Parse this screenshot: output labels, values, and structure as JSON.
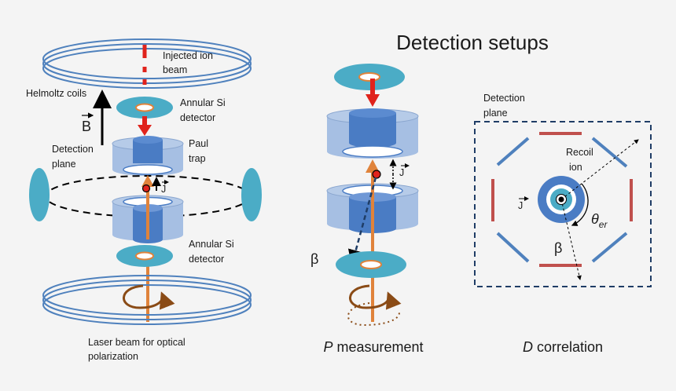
{
  "title": "Detection setups",
  "left_panel": {
    "injected_ion_beam": [
      "Injected ion",
      "beam"
    ],
    "helmoltz_coils": "Helmoltz coils",
    "b_field": "B",
    "annular_si_top": [
      "Annular Si",
      "detector"
    ],
    "paul_trap": [
      "Paul",
      "trap"
    ],
    "detection_plane": [
      "Detection",
      "plane"
    ],
    "j_vector": "J",
    "annular_si_bottom": [
      "Annular Si",
      "detector"
    ],
    "laser_beam": [
      "Laser beam for optical",
      "polarization"
    ]
  },
  "middle_panel": {
    "j_vector": "J",
    "beta": "β",
    "caption_var": "P",
    "caption_text": " measurement"
  },
  "right_panel": {
    "detection_plane": [
      "Detection",
      "plane"
    ],
    "recoil_ion": [
      "Recoil",
      "ion"
    ],
    "j_vector": "J",
    "theta": "θ",
    "theta_sub": "er",
    "beta": "β",
    "caption_var": "D",
    "caption_text": " correlation"
  },
  "colors": {
    "coil": "#4f81bd",
    "trap_light": "#a6bfe3",
    "trap_dark": "#4a7cc4",
    "detector": "#4bacc6",
    "ion_beam": "#e0231c",
    "laser": "#e0833b",
    "bar_red": "#c0504d",
    "frame": "#1f3d66"
  }
}
